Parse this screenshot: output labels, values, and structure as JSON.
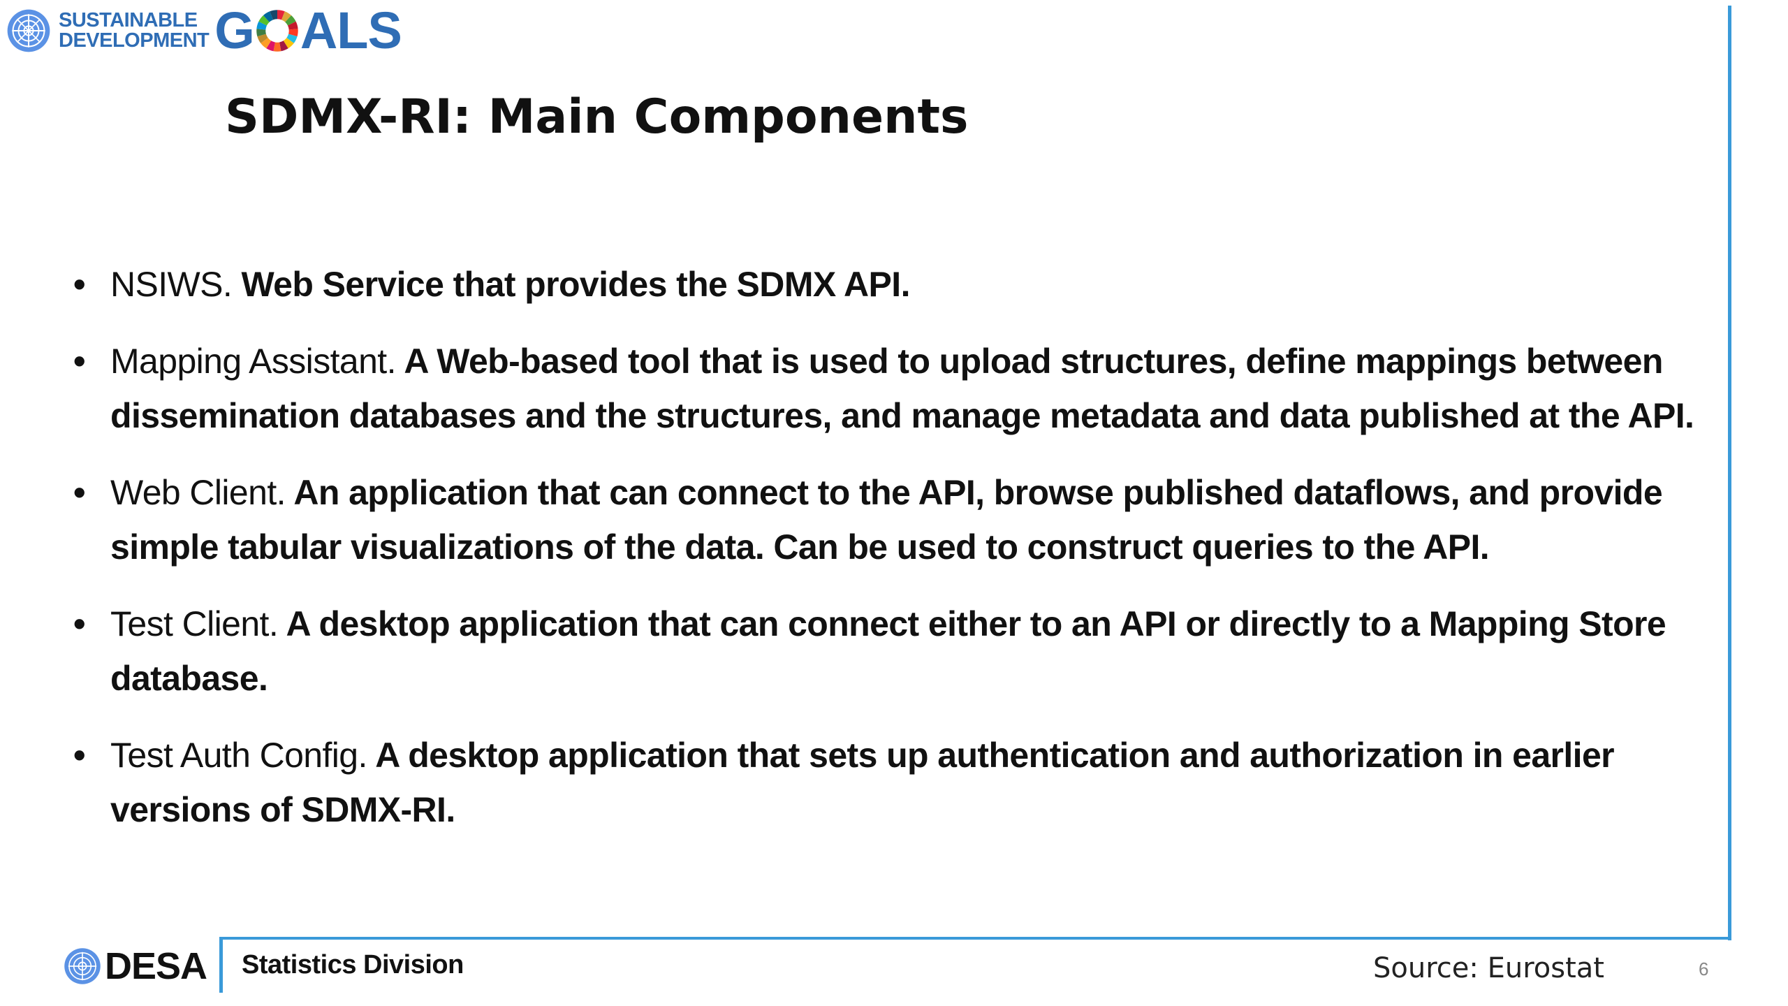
{
  "header": {
    "logo_line1": "SUSTAINABLE",
    "logo_line2": "DEVELOPMENT",
    "logo_goals_left": "G",
    "logo_goals_right": "ALS",
    "wheel_colors": [
      "#e5243b",
      "#dda63a",
      "#4c9f38",
      "#c5192d",
      "#ff3a21",
      "#26bde2",
      "#fcc30b",
      "#a21942",
      "#fd6925",
      "#dd1367",
      "#fd9d24",
      "#bf8b2e",
      "#3f7e44",
      "#0a97d9",
      "#56c02b",
      "#00689d",
      "#19486a"
    ],
    "brand_color": "#2f6db5"
  },
  "slide": {
    "title": "SDMX-RI: Main Components",
    "bullet_symbol": "•",
    "bullets": [
      {
        "term": "NSIWS.",
        "text": " Web Service that provides the SDMX API."
      },
      {
        "term": "Mapping Assistant.",
        "text": " A Web-based tool that is used to upload structures, define mappings between dissemination databases and the structures, and manage metadata and data published at the API."
      },
      {
        "term": "Web Client.",
        "text": " An application that can connect to the API, browse published dataflows, and provide simple tabular visualizations of the data. Can be used to construct queries to the API."
      },
      {
        "term": "Test Client.",
        "text": " A desktop application that can connect either to an API or directly to a Mapping Store database."
      },
      {
        "term": "Test Auth Config.",
        "text": " A desktop application that sets up authentication and authorization in earlier versions of SDMX-RI."
      }
    ]
  },
  "footer": {
    "org": "DESA",
    "division": "Statistics Division",
    "source": "Source: Eurostat",
    "page_number": "6",
    "accent_color": "#3a9ad9",
    "emblem_color": "#5b92e5"
  }
}
